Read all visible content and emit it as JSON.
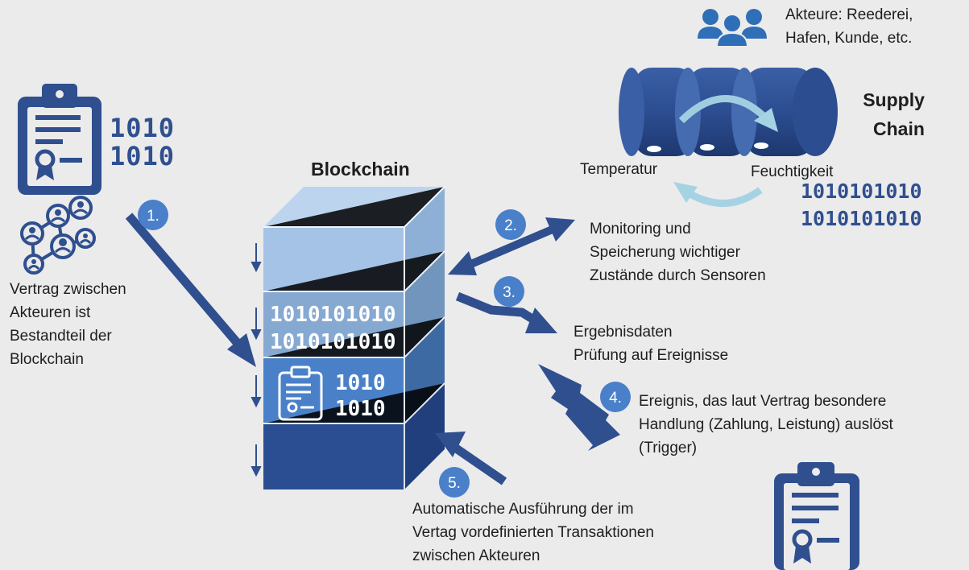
{
  "diagram": {
    "title": "Blockchain",
    "supply_chain": {
      "line1": "Supply",
      "line2": "Chain"
    },
    "actors": {
      "line1": "Akteure: Reederei,",
      "line2": "Hafen, Kunde, etc."
    },
    "sensors": {
      "temperature": "Temperatur",
      "humidity": "Feuchtigkeit"
    },
    "binary": {
      "short": "1010",
      "long": "1010101010"
    },
    "steps": [
      {
        "number": "1.",
        "lines": [
          "Vertrag zwischen",
          "Akteuren ist",
          "Bestandteil der",
          "Blockchain"
        ]
      },
      {
        "number": "2.",
        "lines": [
          "Monitoring und",
          "Speicherung wichtiger",
          "Zustände durch Sensoren"
        ]
      },
      {
        "number": "3.",
        "lines": [
          "Ergebnisdaten",
          "Prüfung auf Ereignisse"
        ]
      },
      {
        "number": "4.",
        "lines": [
          "Ereignis, das laut Vertrag besondere",
          "Handlung (Zahlung, Leistung) auslöst",
          "(Trigger)"
        ]
      },
      {
        "number": "5.",
        "lines": [
          "Automatische Ausführung der im",
          "Vertag vordefinierten Transaktionen",
          "zwischen Akteuren"
        ]
      }
    ],
    "colors": {
      "primary": "#2f4f8f",
      "badge": "#4a7fc9",
      "block_top": "#a9c7e9",
      "block_dark": "#27478a",
      "cycle_arrow": "#a6d3e4"
    }
  }
}
